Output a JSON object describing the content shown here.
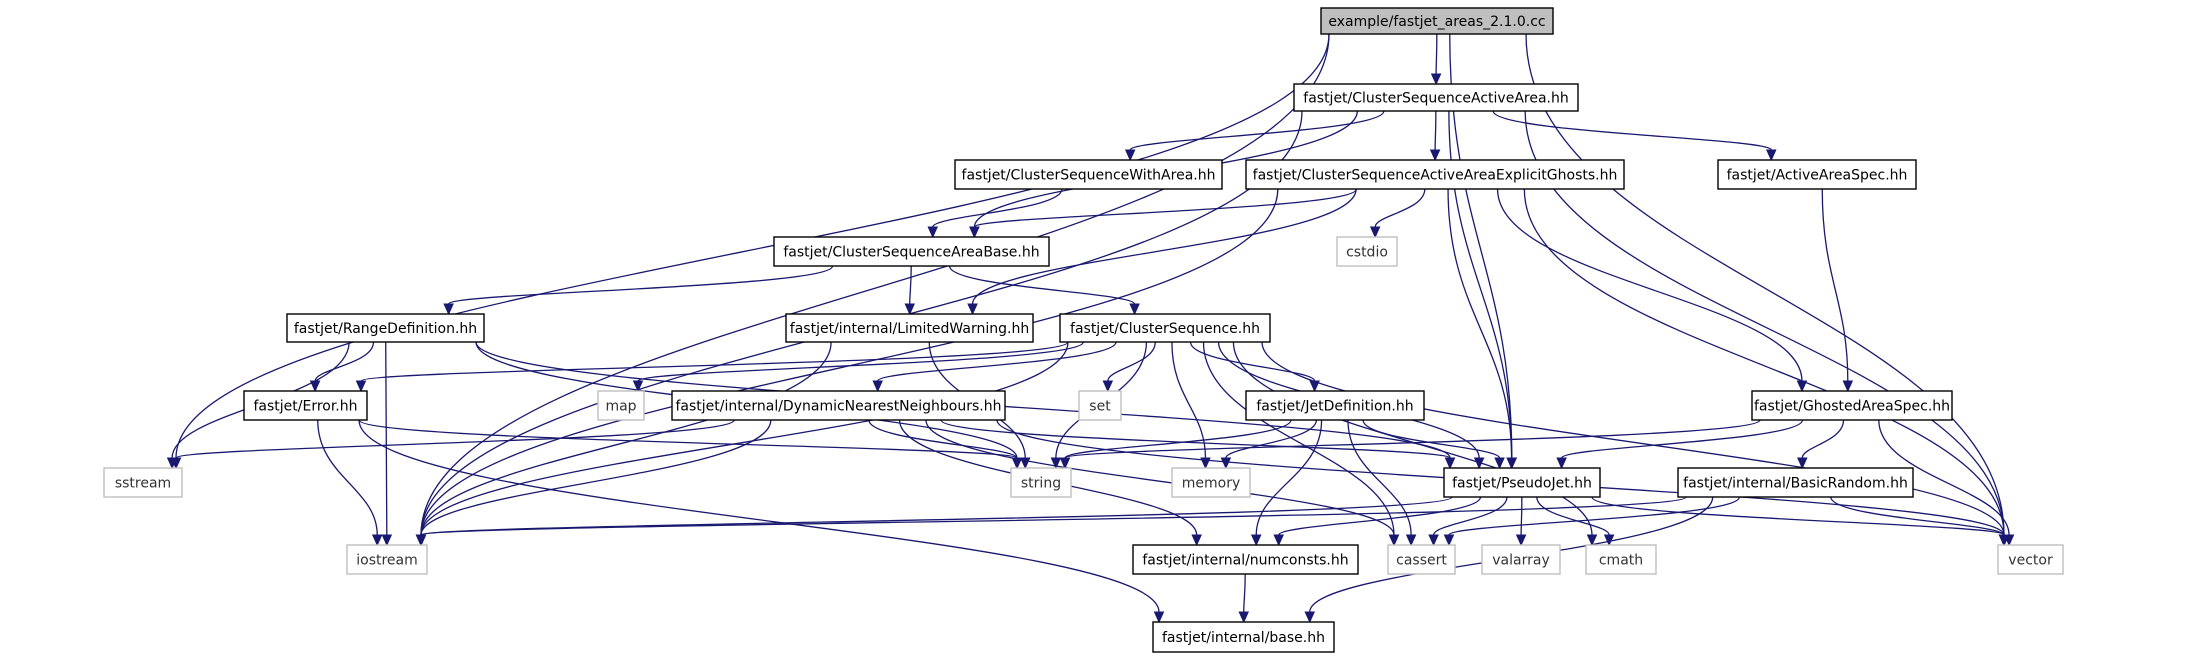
{
  "diagram": {
    "colors": {
      "edge": "#191970",
      "root_fill": "#bfbfbf",
      "local_border": "#000000",
      "system_border": "#bfbfbf"
    },
    "nodes": [
      {
        "id": "root",
        "label": "example/fastjet_areas_2.1.0.cc",
        "kind": "root"
      },
      {
        "id": "csaa",
        "label": "fastjet/ClusterSequenceActiveArea.hh",
        "kind": "local"
      },
      {
        "id": "cswa",
        "label": "fastjet/ClusterSequenceWithArea.hh",
        "kind": "local"
      },
      {
        "id": "csaaeg",
        "label": "fastjet/ClusterSequenceActiveAreaExplicitGhosts.hh",
        "kind": "local"
      },
      {
        "id": "aas",
        "label": "fastjet/ActiveAreaSpec.hh",
        "kind": "local"
      },
      {
        "id": "cstdio",
        "label": "cstdio",
        "kind": "system"
      },
      {
        "id": "csab",
        "label": "fastjet/ClusterSequenceAreaBase.hh",
        "kind": "local"
      },
      {
        "id": "rd",
        "label": "fastjet/RangeDefinition.hh",
        "kind": "local"
      },
      {
        "id": "lw",
        "label": "fastjet/internal/LimitedWarning.hh",
        "kind": "local"
      },
      {
        "id": "cs",
        "label": "fastjet/ClusterSequence.hh",
        "kind": "local"
      },
      {
        "id": "err",
        "label": "fastjet/Error.hh",
        "kind": "local"
      },
      {
        "id": "map",
        "label": "map",
        "kind": "system"
      },
      {
        "id": "dnn",
        "label": "fastjet/internal/DynamicNearestNeighbours.hh",
        "kind": "local"
      },
      {
        "id": "set",
        "label": "set",
        "kind": "system"
      },
      {
        "id": "jd",
        "label": "fastjet/JetDefinition.hh",
        "kind": "local"
      },
      {
        "id": "gas",
        "label": "fastjet/GhostedAreaSpec.hh",
        "kind": "local"
      },
      {
        "id": "sstream",
        "label": "sstream",
        "kind": "system"
      },
      {
        "id": "string",
        "label": "string",
        "kind": "system"
      },
      {
        "id": "memory",
        "label": "memory",
        "kind": "system"
      },
      {
        "id": "pj",
        "label": "fastjet/PseudoJet.hh",
        "kind": "local"
      },
      {
        "id": "br",
        "label": "fastjet/internal/BasicRandom.hh",
        "kind": "local"
      },
      {
        "id": "iostream",
        "label": "iostream",
        "kind": "system"
      },
      {
        "id": "nc",
        "label": "fastjet/internal/numconsts.hh",
        "kind": "local"
      },
      {
        "id": "cassert",
        "label": "cassert",
        "kind": "system"
      },
      {
        "id": "valarray",
        "label": "valarray",
        "kind": "system"
      },
      {
        "id": "cmath",
        "label": "cmath",
        "kind": "system"
      },
      {
        "id": "vector",
        "label": "vector",
        "kind": "system"
      },
      {
        "id": "base",
        "label": "fastjet/internal/base.hh",
        "kind": "local"
      }
    ],
    "edges": [
      {
        "from": "root",
        "to": "csaa"
      },
      {
        "from": "root",
        "to": "iostream"
      },
      {
        "from": "root",
        "to": "sstream"
      },
      {
        "from": "root",
        "to": "vector"
      },
      {
        "from": "root",
        "to": "pj"
      },
      {
        "from": "csaa",
        "to": "cswa"
      },
      {
        "from": "csaa",
        "to": "csaaeg"
      },
      {
        "from": "csaa",
        "to": "aas"
      },
      {
        "from": "csaa",
        "to": "csab"
      },
      {
        "from": "csaa",
        "to": "iostream"
      },
      {
        "from": "csaa",
        "to": "vector"
      },
      {
        "from": "csaa",
        "to": "pj"
      },
      {
        "from": "cswa",
        "to": "csab"
      },
      {
        "from": "csaaeg",
        "to": "csab"
      },
      {
        "from": "csaaeg",
        "to": "cstdio"
      },
      {
        "from": "csaaeg",
        "to": "lw"
      },
      {
        "from": "csaaeg",
        "to": "gas"
      },
      {
        "from": "csaaeg",
        "to": "pj"
      },
      {
        "from": "csaaeg",
        "to": "iostream"
      },
      {
        "from": "csaaeg",
        "to": "vector"
      },
      {
        "from": "aas",
        "to": "gas"
      },
      {
        "from": "csab",
        "to": "rd"
      },
      {
        "from": "csab",
        "to": "lw"
      },
      {
        "from": "csab",
        "to": "cs"
      },
      {
        "from": "rd",
        "to": "err"
      },
      {
        "from": "rd",
        "to": "sstream"
      },
      {
        "from": "rd",
        "to": "iostream"
      },
      {
        "from": "rd",
        "to": "string"
      },
      {
        "from": "rd",
        "to": "pj"
      },
      {
        "from": "lw",
        "to": "iostream"
      },
      {
        "from": "lw",
        "to": "string"
      },
      {
        "from": "cs",
        "to": "err"
      },
      {
        "from": "cs",
        "to": "map"
      },
      {
        "from": "cs",
        "to": "dnn"
      },
      {
        "from": "cs",
        "to": "set"
      },
      {
        "from": "cs",
        "to": "jd"
      },
      {
        "from": "cs",
        "to": "string"
      },
      {
        "from": "cs",
        "to": "memory"
      },
      {
        "from": "cs",
        "to": "iostream"
      },
      {
        "from": "cs",
        "to": "cassert"
      },
      {
        "from": "cs",
        "to": "cmath"
      },
      {
        "from": "cs",
        "to": "vector"
      },
      {
        "from": "cs",
        "to": "pj"
      },
      {
        "from": "err",
        "to": "string"
      },
      {
        "from": "err",
        "to": "iostream"
      },
      {
        "from": "err",
        "to": "base"
      },
      {
        "from": "dnn",
        "to": "sstream"
      },
      {
        "from": "dnn",
        "to": "string"
      },
      {
        "from": "dnn",
        "to": "iostream"
      },
      {
        "from": "dnn",
        "to": "nc"
      },
      {
        "from": "dnn",
        "to": "cassert"
      },
      {
        "from": "dnn",
        "to": "vector"
      },
      {
        "from": "dnn",
        "to": "pj"
      },
      {
        "from": "jd",
        "to": "string"
      },
      {
        "from": "jd",
        "to": "memory"
      },
      {
        "from": "jd",
        "to": "pj"
      },
      {
        "from": "jd",
        "to": "nc"
      },
      {
        "from": "jd",
        "to": "cassert"
      },
      {
        "from": "gas",
        "to": "pj"
      },
      {
        "from": "gas",
        "to": "br"
      },
      {
        "from": "gas",
        "to": "vector"
      },
      {
        "from": "gas",
        "to": "string"
      },
      {
        "from": "pj",
        "to": "iostream"
      },
      {
        "from": "pj",
        "to": "nc"
      },
      {
        "from": "pj",
        "to": "cassert"
      },
      {
        "from": "pj",
        "to": "valarray"
      },
      {
        "from": "pj",
        "to": "cmath"
      },
      {
        "from": "pj",
        "to": "vector"
      },
      {
        "from": "br",
        "to": "iostream"
      },
      {
        "from": "br",
        "to": "vector"
      },
      {
        "from": "br",
        "to": "cassert"
      },
      {
        "from": "br",
        "to": "base"
      },
      {
        "from": "nc",
        "to": "base"
      }
    ]
  }
}
